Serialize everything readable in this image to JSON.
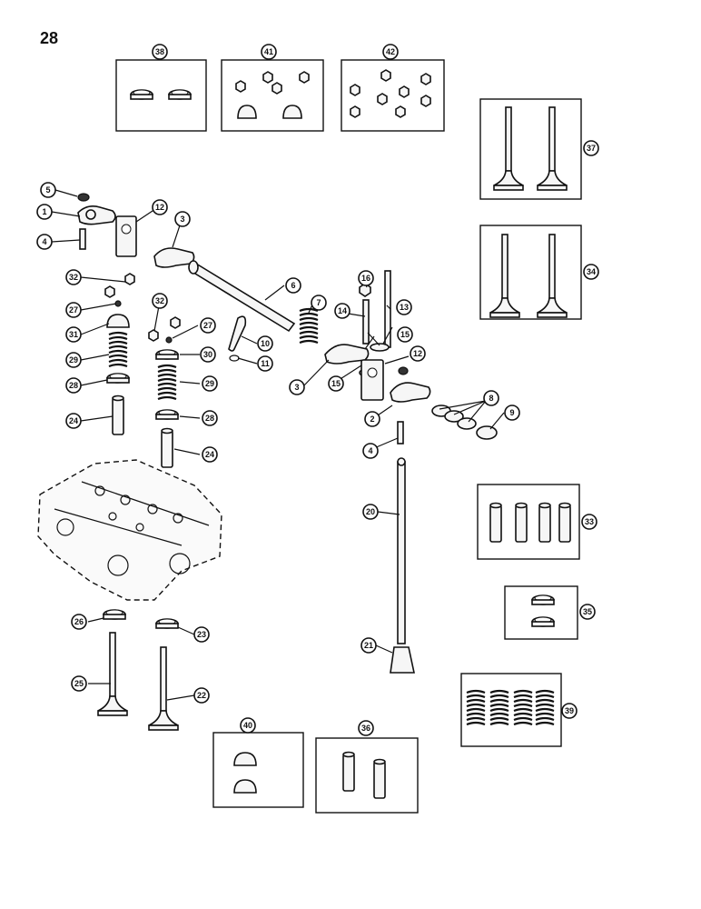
{
  "page": {
    "number": "28"
  },
  "callouts": [
    "1",
    "2",
    "3",
    "4",
    "5",
    "6",
    "7",
    "8",
    "9",
    "10",
    "11",
    "12",
    "13",
    "14",
    "15",
    "16",
    "20",
    "21",
    "22",
    "23",
    "24",
    "25",
    "26",
    "27",
    "28",
    "29",
    "30",
    "31",
    "32",
    "33",
    "34",
    "35",
    "36",
    "37",
    "38",
    "39",
    "40",
    "41",
    "42"
  ]
}
